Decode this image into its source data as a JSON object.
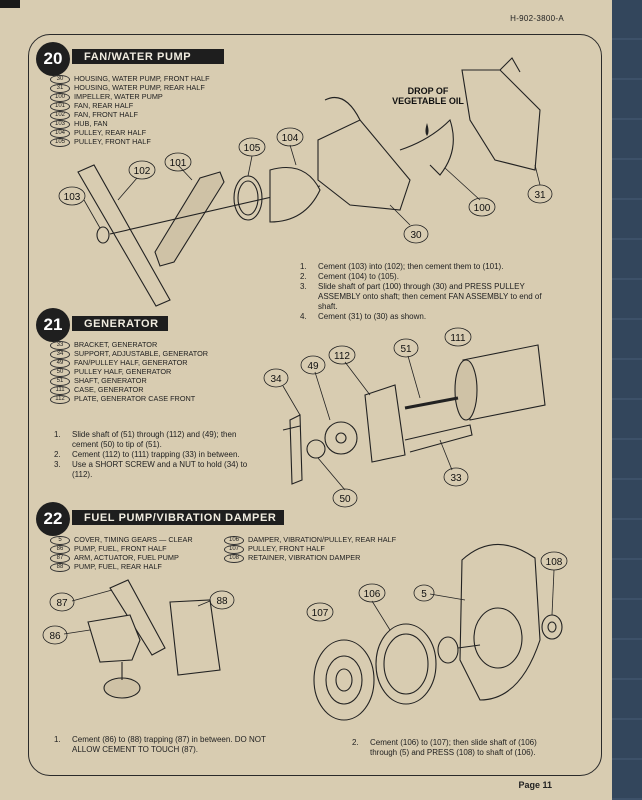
{
  "document_number": "H-902-3800-A",
  "page_label": "Page 11",
  "sections": [
    {
      "step": "20",
      "title": "FAN/WATER PUMP",
      "parts": [
        {
          "num": "30",
          "name": "HOUSING, WATER PUMP, FRONT HALF"
        },
        {
          "num": "31",
          "name": "HOUSING, WATER PUMP, REAR HALF"
        },
        {
          "num": "100",
          "name": "IMPELLER, WATER PUMP"
        },
        {
          "num": "101",
          "name": "FAN, REAR HALF"
        },
        {
          "num": "102",
          "name": "FAN, FRONT HALF"
        },
        {
          "num": "103",
          "name": "HUB, FAN"
        },
        {
          "num": "104",
          "name": "PULLEY, REAR HALF"
        },
        {
          "num": "105",
          "name": "PULLEY, FRONT HALF"
        }
      ],
      "callouts": [
        "103",
        "102",
        "101",
        "105",
        "104",
        "30",
        "100",
        "31"
      ],
      "note": "DROP OF VEGETABLE OIL",
      "instructions": [
        {
          "n": "1.",
          "text": "Cement (103) into (102); then cement them to (101)."
        },
        {
          "n": "2.",
          "text": "Cement (104) to (105)."
        },
        {
          "n": "3.",
          "text": "Slide shaft of part (100) through (30) and PRESS PULLEY ASSEMBLY onto shaft; then cement FAN ASSEMBLY to end of shaft."
        },
        {
          "n": "4.",
          "text": "Cement (31) to (30) as shown."
        }
      ]
    },
    {
      "step": "21",
      "title": "GENERATOR",
      "parts": [
        {
          "num": "33",
          "name": "BRACKET, GENERATOR"
        },
        {
          "num": "34",
          "name": "SUPPORT, ADJUSTABLE, GENERATOR"
        },
        {
          "num": "49",
          "name": "FAN/PULLEY HALF, GENERATOR"
        },
        {
          "num": "50",
          "name": "PULLEY HALF, GENERATOR"
        },
        {
          "num": "51",
          "name": "SHAFT, GENERATOR"
        },
        {
          "num": "111",
          "name": "CASE, GENERATOR"
        },
        {
          "num": "112",
          "name": "PLATE, GENERATOR CASE FRONT"
        }
      ],
      "callouts": [
        "34",
        "49",
        "112",
        "51",
        "111",
        "50",
        "33"
      ],
      "instructions": [
        {
          "n": "1.",
          "text": "Slide shaft of (51) through (112) and (49); then cement (50) to tip of (51)."
        },
        {
          "n": "2.",
          "text": "Cement (112) to (111) trapping (33) in between."
        },
        {
          "n": "3.",
          "text": "Use a SHORT SCREW and a NUT to hold (34) to (112)."
        }
      ]
    },
    {
      "step": "22",
      "title": "FUEL PUMP/VIBRATION DAMPER",
      "parts_left": [
        {
          "num": "5",
          "name": "COVER, TIMING GEARS — CLEAR"
        },
        {
          "num": "86",
          "name": "PUMP, FUEL, FRONT HALF"
        },
        {
          "num": "87",
          "name": "ARM, ACTUATOR, FUEL PUMP"
        },
        {
          "num": "88",
          "name": "PUMP, FUEL, REAR HALF"
        }
      ],
      "parts_right": [
        {
          "num": "106",
          "name": "DAMPER, VIBRATION/PULLEY, REAR HALF"
        },
        {
          "num": "107",
          "name": "PULLEY, FRONT HALF"
        },
        {
          "num": "108",
          "name": "RETAINER, VIBRATION DAMPER"
        }
      ],
      "callouts": [
        "87",
        "88",
        "86",
        "107",
        "106",
        "5",
        "108"
      ],
      "instructions_left": [
        {
          "n": "1.",
          "text": "Cement (86) to (88) trapping (87) in between. DO NOT ALLOW CEMENT TO TOUCH (87)."
        }
      ],
      "instructions_right": [
        {
          "n": "2.",
          "text": "Cement (106) to (107); then slide shaft of (106) through (5) and PRESS (108) to shaft of (106)."
        }
      ]
    }
  ]
}
